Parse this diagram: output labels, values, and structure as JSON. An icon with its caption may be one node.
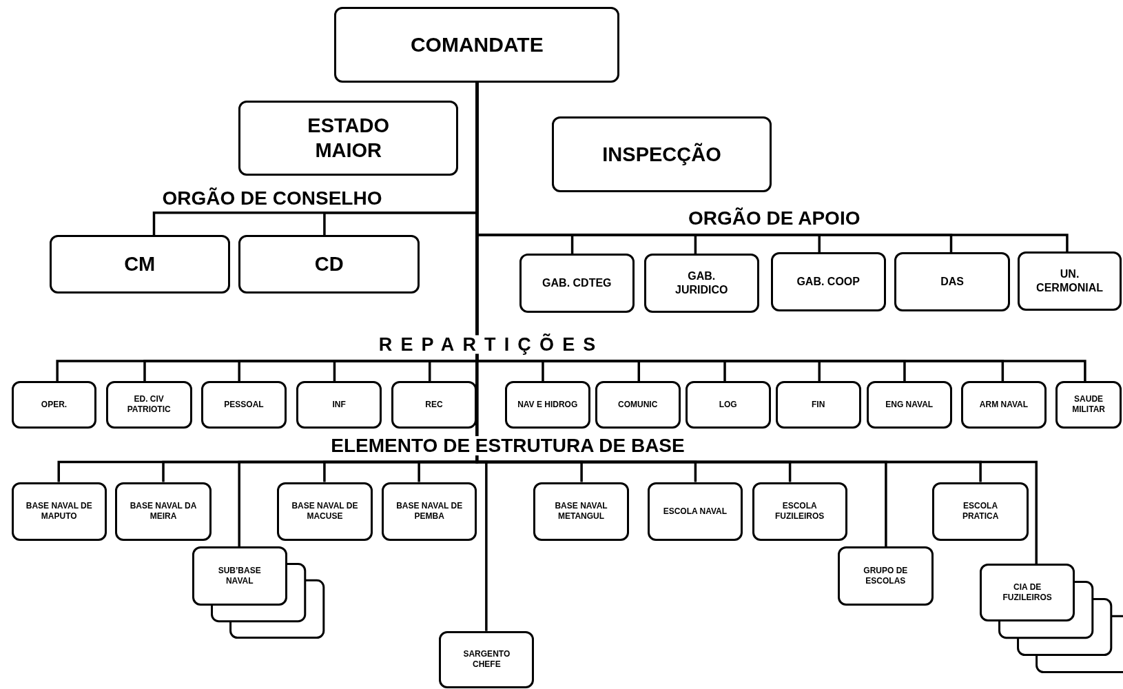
{
  "diagram": {
    "nodes": [
      {
        "text": [
          "COMANDATE"
        ]
      },
      {
        "text": [
          "ESTADO MAIOR"
        ]
      },
      {
        "text": [
          "INSPECÇÃO"
        ]
      },
      {
        "text": [
          "CM"
        ]
      },
      {
        "text": [
          "CD"
        ]
      },
      {
        "text": [
          "GAB. CDTEG"
        ]
      },
      {
        "text": [
          "GAB. JURIDICO"
        ]
      },
      {
        "text": [
          "GAB. COOP"
        ]
      },
      {
        "text": [
          "DAS"
        ]
      },
      {
        "text": [
          "UN. CERMONIAL"
        ]
      },
      {
        "text": [
          "OPER."
        ]
      },
      {
        "text": [
          "ED. CIV PATRIOTIC"
        ]
      },
      {
        "text": [
          "PESSOAL"
        ]
      },
      {
        "text": [
          "INF"
        ]
      },
      {
        "text": [
          "REC"
        ]
      },
      {
        "text": [
          "NAV E HIDROG"
        ]
      },
      {
        "text": [
          "COMUNIC"
        ]
      },
      {
        "text": [
          "LOG"
        ]
      },
      {
        "text": [
          "FIN"
        ]
      },
      {
        "text": [
          "ENG NAVAL"
        ]
      },
      {
        "text": [
          "ARM NAVAL"
        ]
      },
      {
        "text": [
          "SAUDE MILITAR"
        ]
      },
      {
        "text": [
          "BASE NAVAL DE MAPUTO"
        ]
      },
      {
        "text": [
          "BASE NAVAL DA MEIRA"
        ]
      },
      {
        "text": [
          "SUB’BASE NAVAL"
        ]
      },
      {
        "text": [
          "BASE NAVAL DE MACUSE"
        ]
      },
      {
        "text": [
          "BASE NAVAL DE PEMBA"
        ]
      },
      {
        "text": [
          "BASE NAVAL METANGUL"
        ]
      },
      {
        "text": [
          "ESCOLA NAVAL"
        ]
      },
      {
        "text": [
          "ESCOLA FUZILEIROS"
        ]
      },
      {
        "text": [
          "GRUPO DE ESCOLAS"
        ]
      },
      {
        "text": [
          "ESCOLA PRATICA"
        ]
      },
      {
        "text": [
          "CIA DE FUZILEIROS"
        ]
      },
      {
        "text": [
          "SARGENTO CHEFE"
        ]
      }
    ],
    "edges": [
      {
        "from": 0,
        "to": 3,
        "arrow": "none"
      },
      {
        "from": 0,
        "to": 4,
        "arrow": "none"
      },
      {
        "from": 0,
        "to": 5,
        "arrow": "none"
      },
      {
        "from": 0,
        "to": 6,
        "arrow": "none"
      },
      {
        "from": 0,
        "to": 7,
        "arrow": "none"
      },
      {
        "from": 0,
        "to": 8,
        "arrow": "none"
      },
      {
        "from": 0,
        "to": 9,
        "arrow": "none"
      },
      {
        "from": 0,
        "to": 10,
        "arrow": "none"
      },
      {
        "from": 0,
        "to": 11,
        "arrow": "none"
      },
      {
        "from": 0,
        "to": 12,
        "arrow": "none"
      },
      {
        "from": 0,
        "to": 13,
        "arrow": "none"
      },
      {
        "from": 0,
        "to": 14,
        "arrow": "none"
      },
      {
        "from": 0,
        "to": 15,
        "arrow": "none"
      },
      {
        "from": 0,
        "to": 16,
        "arrow": "none"
      },
      {
        "from": 0,
        "to": 17,
        "arrow": "none"
      },
      {
        "from": 0,
        "to": 18,
        "arrow": "none"
      },
      {
        "from": 0,
        "to": 19,
        "arrow": "none"
      },
      {
        "from": 0,
        "to": 20,
        "arrow": "none"
      },
      {
        "from": 0,
        "to": 21,
        "arrow": "none"
      },
      {
        "from": 0,
        "to": 22,
        "arrow": "none"
      },
      {
        "from": 0,
        "to": 23,
        "arrow": "none"
      },
      {
        "from": 0,
        "to": 24,
        "arrow": "none"
      },
      {
        "from": 0,
        "to": 25,
        "arrow": "none"
      },
      {
        "from": 0,
        "to": 26,
        "arrow": "none"
      },
      {
        "from": 0,
        "to": 27,
        "arrow": "none"
      },
      {
        "from": 0,
        "to": 28,
        "arrow": "none"
      },
      {
        "from": 0,
        "to": 29,
        "arrow": "none"
      },
      {
        "from": 0,
        "to": 30,
        "arrow": "none"
      },
      {
        "from": 0,
        "to": 31,
        "arrow": "none"
      },
      {
        "from": 0,
        "to": 32,
        "arrow": "none"
      },
      {
        "from": 0,
        "to": 33,
        "arrow": "none"
      }
    ],
    "labels": [
      "ORGÃO DE CONSELHO",
      "ORGÃO DE APOIO",
      "REPARTIÇÕES",
      "ELEMENTO DE ESTRUTURA DE BASE"
    ]
  }
}
